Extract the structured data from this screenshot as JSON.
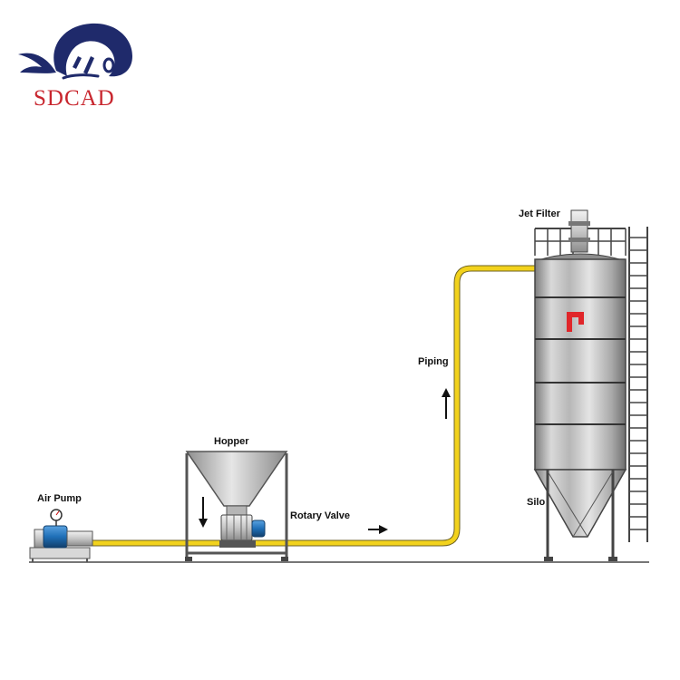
{
  "brand": {
    "name": "SDCAD",
    "logo": "whale-logo",
    "brand_color": "#c8262e",
    "logo_color": "#1f2a6b"
  },
  "labels": {
    "air_pump": "Air Pump",
    "hopper": "Hopper",
    "rotary_valve": "Rotary Valve",
    "piping": "Piping",
    "jet_filter": "Jet Filter",
    "silo": "Silo"
  },
  "colors": {
    "pipe": "#f2d21c",
    "pump": "#1f6fb7",
    "steel": "#9a9a9a",
    "frame": "#555555",
    "silo_mark": "#e0262a"
  },
  "flow_arrows": [
    "down",
    "right",
    "up"
  ]
}
